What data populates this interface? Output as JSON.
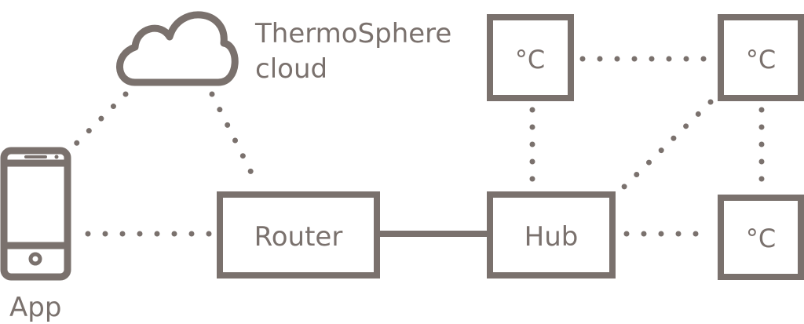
{
  "nodes": {
    "cloud": {
      "label_line1": "ThermoSphere",
      "label_line2": "cloud"
    },
    "app": {
      "label": "App"
    },
    "router": {
      "label": "Router"
    },
    "hub": {
      "label": "Hub"
    },
    "sensors": [
      {
        "label": "°C"
      },
      {
        "label": "°C"
      },
      {
        "label": "°C"
      }
    ]
  },
  "colors": {
    "line": "#7a716d",
    "background": "#ffffff"
  }
}
